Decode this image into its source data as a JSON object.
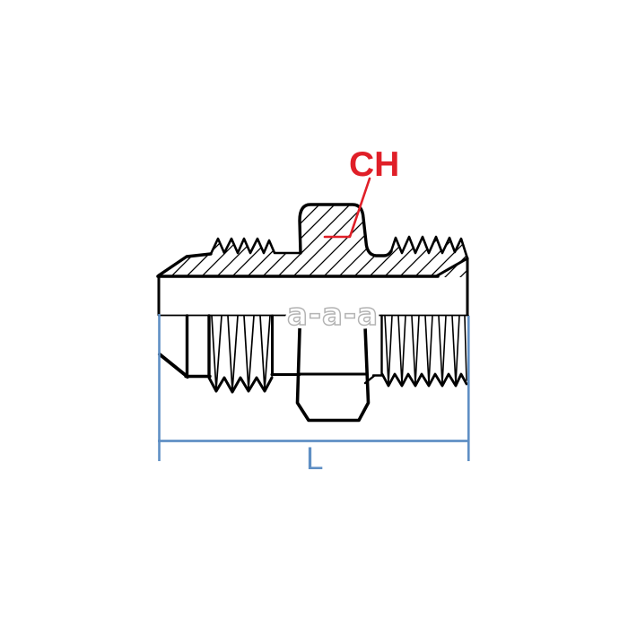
{
  "drawing": {
    "description": "Technical half-section drawing of a male-male hydraulic adapter fitting",
    "labels": {
      "hex_dimension": "CH",
      "length_dimension": "L"
    },
    "watermark": "a-a-a",
    "colors": {
      "ink": "#000000",
      "annotation_red": "#e01f28",
      "dimension_blue": "#5f8fc4",
      "watermark_gray": "#b4b4b4"
    }
  }
}
